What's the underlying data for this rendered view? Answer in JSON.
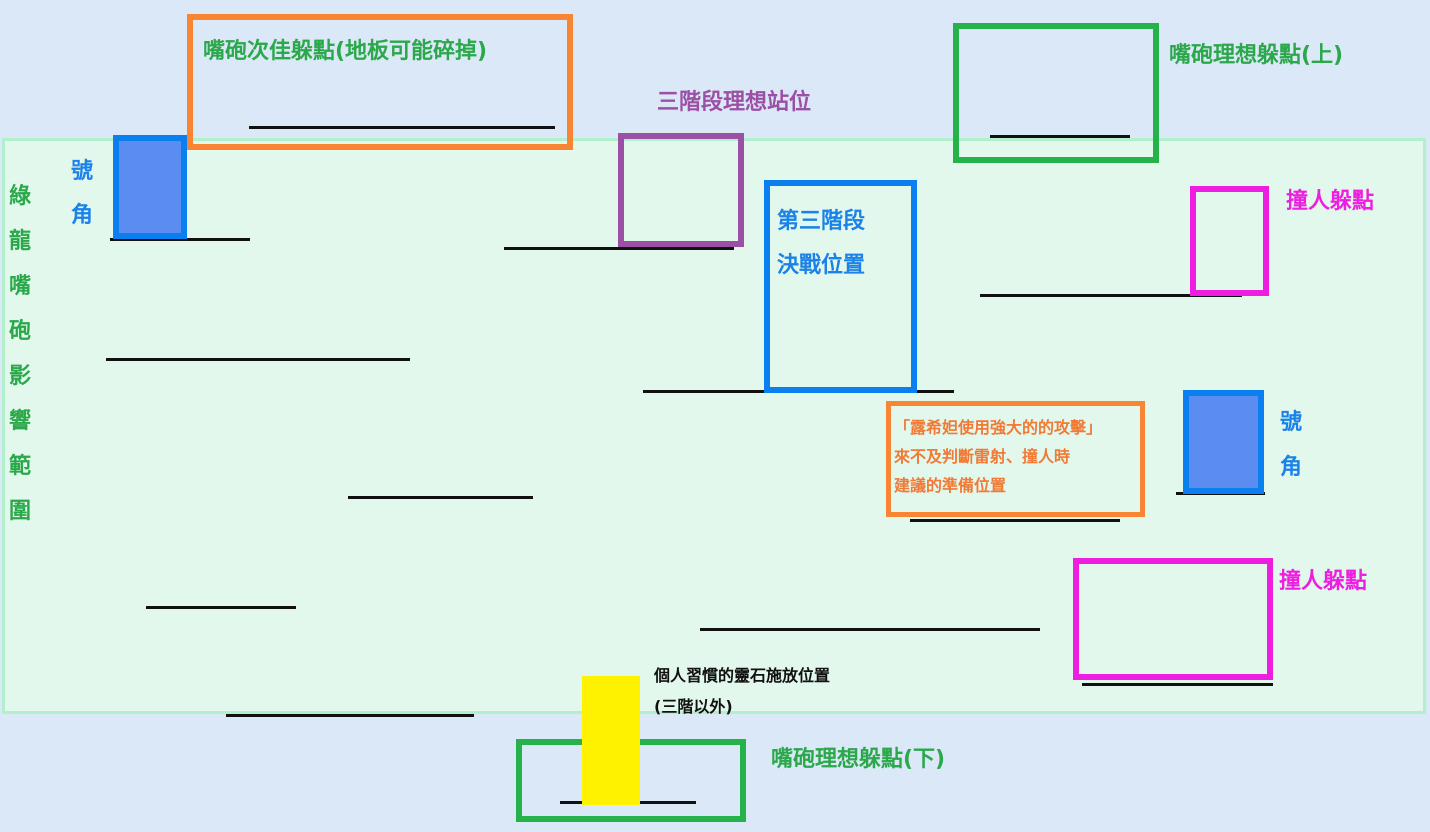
{
  "colors": {
    "background": "#dbe8f8",
    "zone_fill": "#e2f8ec",
    "zone_border": "#b2f0cc",
    "orange": "#f98431",
    "green": "#26b24a",
    "purple": "#9b4fa5",
    "blue": "#0a7fef",
    "magenta": "#ee1ee0",
    "yellow": "#fff200",
    "horn_fill": "#5b8cef"
  },
  "labels": {
    "cannon_second_best": "嘴砲次佳躲點(地板可能碎掉)",
    "stage3_ideal": "三階段理想站位",
    "cannon_ideal_top": "嘴砲理想躲點(上)",
    "stage3_final_line1": "第三階段",
    "stage3_final_line2": "決戰位置",
    "charge_hide_upper": "撞人躲點",
    "charge_hide_lower": "撞人躲點",
    "attack_note_line1": "「露希妲使用強大的的攻擊」",
    "attack_note_line2": "來不及判斷雷射、撞人時",
    "attack_note_line3": "建議的準備位置",
    "spirit_stone_line1": "個人習慣的靈石施放位置",
    "spirit_stone_line2": "(三階以外)",
    "cannon_ideal_bottom": "嘴砲理想躲點(下)",
    "horn_left": [
      "號",
      "角"
    ],
    "horn_right": [
      "號",
      "角"
    ],
    "dragon_range": [
      "綠",
      "龍",
      "嘴",
      "砲",
      "影",
      "響",
      "範",
      "圍"
    ]
  }
}
